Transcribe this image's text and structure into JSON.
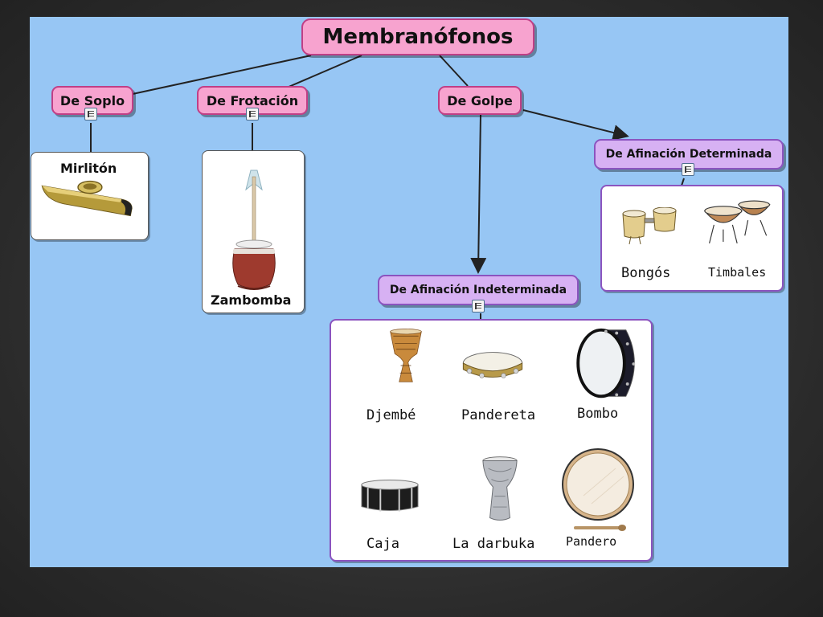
{
  "colors": {
    "background": "#97c6f4",
    "pink_node": "#f7a3cf",
    "violet_node": "#d7b1f3",
    "link": "#222222"
  },
  "root": {
    "title": "Membranófonos"
  },
  "branches": {
    "soplo": {
      "label": "De Soplo",
      "instrument": "Mirlitón"
    },
    "frotacion": {
      "label": "De Frotación",
      "instrument": "Zambomba"
    },
    "golpe": {
      "label": "De Golpe"
    }
  },
  "golpe_children": {
    "determinada": {
      "label": "De Afinación Determinada",
      "instruments": [
        "Bongós",
        "Timbales"
      ]
    },
    "indeterminada": {
      "label": "De Afinación Indeterminada",
      "instruments": [
        "Djembé",
        "Pandereta",
        "Bombo",
        "Caja",
        "La darbuka",
        "Pandero"
      ]
    }
  },
  "icons": [
    "note-icon",
    "kazoo-icon",
    "zambomba-icon",
    "bongos-icon",
    "timbales-icon",
    "djembe-icon",
    "tambourine-icon",
    "bass-drum-icon",
    "snare-drum-icon",
    "darbuka-icon",
    "frame-drum-icon"
  ]
}
